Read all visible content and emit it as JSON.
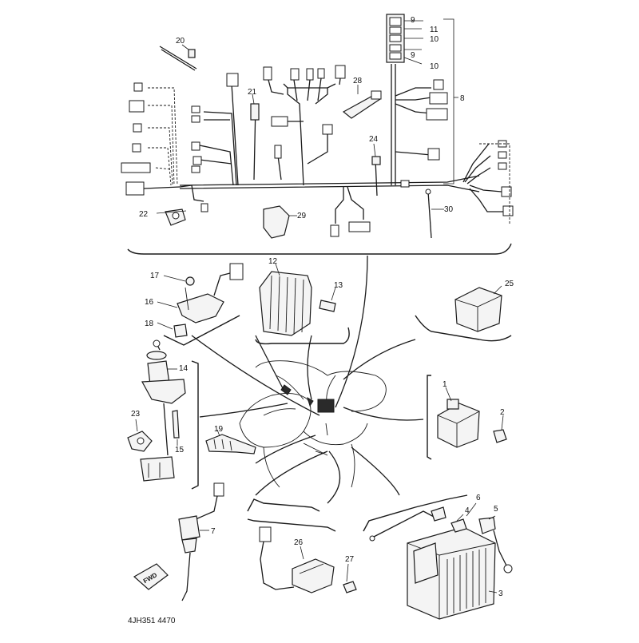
{
  "diagram": {
    "callouts": {
      "c1": "1",
      "c2": "2",
      "c3": "3",
      "c4": "4",
      "c5": "5",
      "c6": "6",
      "c7": "7",
      "c8": "8",
      "c9a": "9",
      "c9b": "9",
      "c10a": "10",
      "c10b": "10",
      "c11": "11",
      "c12": "12",
      "c13": "13",
      "c14": "14",
      "c15": "15",
      "c16": "16",
      "c17": "17",
      "c18": "18",
      "c19": "19",
      "c20": "20",
      "c21": "21",
      "c22": "22",
      "c23": "23",
      "c24": "24",
      "c25": "25",
      "c26": "26",
      "c27": "27",
      "c28": "28",
      "c29": "29",
      "c30": "30"
    },
    "fwd_label": "FWD",
    "drawing_code": "4JH351 4470"
  }
}
